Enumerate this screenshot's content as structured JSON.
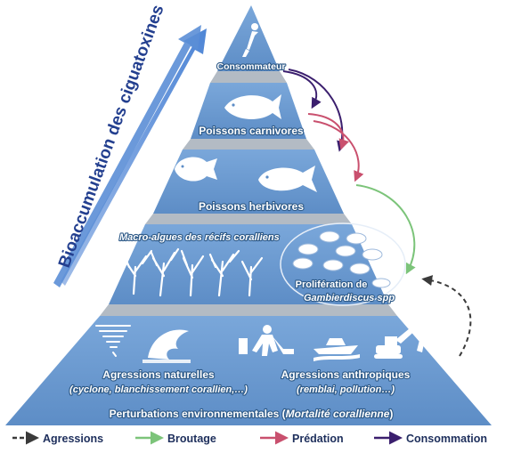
{
  "side_label": "Bioaccumulation des ciguatoxines",
  "levels": {
    "consommateur": "Consommateur",
    "carnivores": "Poissons carnivores",
    "herbivores": "Poissons herbivores",
    "macroalgues": "Macro-algues des récifs coralliens",
    "proliferation_line1": "Prolifération de",
    "proliferation_line2": "Gambierdiscus spp",
    "agressions_naturelles": "Agressions naturelles",
    "agressions_naturelles_detail": "(cyclone, blanchissement corallien,…)",
    "agressions_anthropiques": "Agressions anthropiques",
    "agressions_anthropiques_detail": "(remblai, pollution…)",
    "perturbations_prefix": "Perturbations environnementales (",
    "perturbations_italic": "Mortalité corallienne",
    "perturbations_suffix": ")"
  },
  "legend": [
    {
      "label": "Agressions",
      "color": "#3a3a3a",
      "style": "dashed"
    },
    {
      "label": "Broutage",
      "color": "#7cc47a",
      "style": "solid"
    },
    {
      "label": "Prédation",
      "color": "#c9506e",
      "style": "solid"
    },
    {
      "label": "Consommation",
      "color": "#3b1f6e",
      "style": "solid"
    }
  ],
  "icons": [
    "diver-icon",
    "fish-icon",
    "tang-fish-icon",
    "parrotfish-icon",
    "coral-icon",
    "dinoflagellate-icon",
    "cyclone-icon",
    "wave-icon",
    "worker-icon",
    "boat-icon",
    "excavator-icon"
  ],
  "colors": {
    "pyramid_blue": "#6d9bd0",
    "pyramid_band": "#b6bec7",
    "arrow_blue": "#5b8ed6"
  }
}
